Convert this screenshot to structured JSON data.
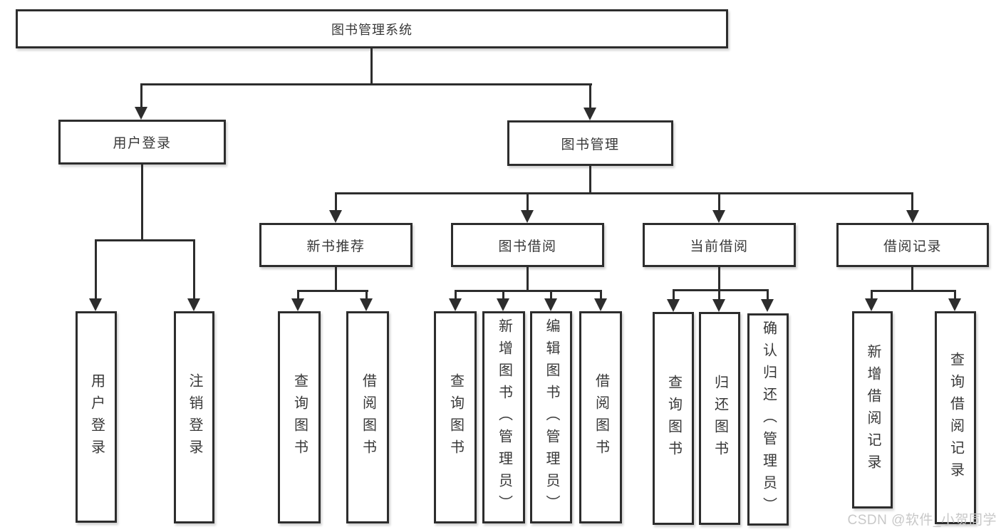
{
  "nodes": {
    "root": "图书管理系统",
    "user_login": "用户登录",
    "book_management": "图书管理",
    "new_book_recommend": "新书推荐",
    "book_borrowing": "图书借阅",
    "current_borrowing": "当前借阅",
    "borrowing_records": "借阅记录",
    "leaf_user_login": "用户登录",
    "leaf_logout": "注销登录",
    "leaf_query_books_1": "查询图书",
    "leaf_borrow_books_1": "借阅图书",
    "leaf_query_books_2": "查询图书",
    "leaf_add_books_admin": "新增图书（管理员）",
    "leaf_edit_books_admin": "编辑图书（管理员）",
    "leaf_borrow_books_2": "借阅图书",
    "leaf_query_books_3": "查询图书",
    "leaf_return_books": "归还图书",
    "leaf_confirm_return_admin": "确认归还（管理员）",
    "leaf_add_borrow_record": "新增借阅记录",
    "leaf_query_borrow_record": "查询借阅记录"
  },
  "structure": [
    {
      "parent": "root",
      "children": [
        "user_login",
        "book_management"
      ]
    },
    {
      "parent": "user_login",
      "children": [
        "leaf_user_login",
        "leaf_logout"
      ]
    },
    {
      "parent": "book_management",
      "children": [
        "new_book_recommend",
        "book_borrowing",
        "current_borrowing",
        "borrowing_records"
      ]
    },
    {
      "parent": "new_book_recommend",
      "children": [
        "leaf_query_books_1",
        "leaf_borrow_books_1"
      ]
    },
    {
      "parent": "book_borrowing",
      "children": [
        "leaf_query_books_2",
        "leaf_add_books_admin",
        "leaf_edit_books_admin",
        "leaf_borrow_books_2"
      ]
    },
    {
      "parent": "current_borrowing",
      "children": [
        "leaf_query_books_3",
        "leaf_return_books",
        "leaf_confirm_return_admin"
      ]
    },
    {
      "parent": "borrowing_records",
      "children": [
        "leaf_add_borrow_record",
        "leaf_query_borrow_record"
      ]
    }
  ],
  "watermark": {
    "text": "CSDN @软件_小贺同学"
  },
  "colors": {
    "line": "#2d2d2d",
    "box_border": "#2d2d2d",
    "box_fill": "#ffffff",
    "text": "#383838",
    "background": "#ffffff",
    "watermark": "#c8c8c8"
  }
}
